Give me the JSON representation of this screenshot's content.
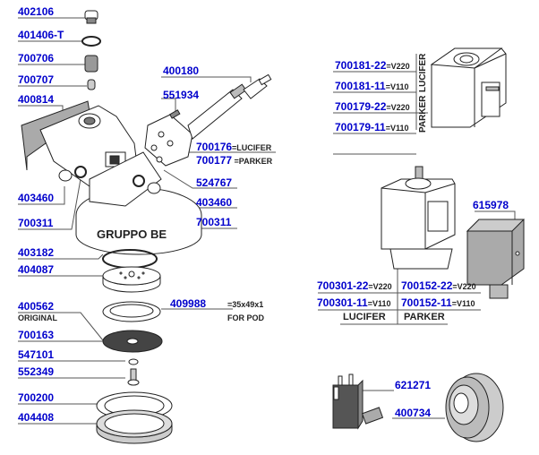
{
  "title": "GRUPPO BE",
  "parts_left": [
    {
      "code": "402106"
    },
    {
      "code": "401406-T"
    },
    {
      "code": "700706"
    },
    {
      "code": "700707"
    },
    {
      "code": "400814"
    },
    {
      "code": "403460"
    },
    {
      "code": "700311"
    },
    {
      "code": "403182"
    },
    {
      "code": "404087"
    },
    {
      "code": "400562",
      "note": "ORIGINAL"
    },
    {
      "code": "700163"
    },
    {
      "code": "547101"
    },
    {
      "code": "552349"
    },
    {
      "code": "700200"
    },
    {
      "code": "404408"
    }
  ],
  "parts_middle": [
    {
      "code": "400180"
    },
    {
      "code": "551934"
    },
    {
      "code": "700176",
      "suffix": "=LUCIFER"
    },
    {
      "code": "700177",
      "suffix": " =PARKER"
    },
    {
      "code": "524767"
    },
    {
      "code": "403460"
    },
    {
      "code": "700311"
    },
    {
      "code": "409988",
      "note1": "=35x49x1",
      "note2": "FOR POD"
    }
  ],
  "coil_table": {
    "rows": [
      {
        "code": "700181-22",
        "suffix": "=V220"
      },
      {
        "code": "700181-11",
        "suffix": "=V110"
      },
      {
        "code": "700179-22",
        "suffix": "=V220"
      },
      {
        "code": "700179-11",
        "suffix": "=V110"
      }
    ],
    "brands": [
      "LUCIFER",
      "PARKER"
    ]
  },
  "valve_table": {
    "lucifer": [
      {
        "code": "700301-22",
        "suffix": "=V220"
      },
      {
        "code": "700301-11",
        "suffix": "=V110"
      }
    ],
    "parker": [
      {
        "code": "700152-22",
        "suffix": "=V220"
      },
      {
        "code": "700152-11",
        "suffix": "=V110"
      }
    ],
    "brands": [
      "LUCIFER",
      "PARKER"
    ]
  },
  "parts_right": [
    {
      "code": "615978"
    },
    {
      "code": "621271"
    },
    {
      "code": "400734"
    }
  ],
  "colors": {
    "label": "#0000cc",
    "line": "#555555",
    "ink": "#222222"
  }
}
